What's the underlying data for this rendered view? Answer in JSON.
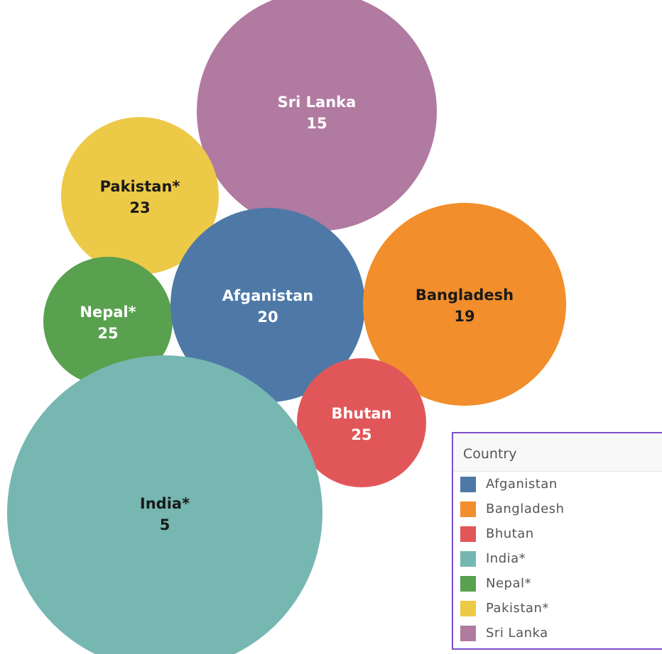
{
  "chart_data": {
    "type": "bubble",
    "bubbles": [
      {
        "name": "Sri Lanka",
        "value": 15,
        "color": "#b07aa1",
        "text_color": "#ffffff"
      },
      {
        "name": "Pakistan*",
        "value": 23,
        "color": "#edc948",
        "text_color": "#1a1a1a"
      },
      {
        "name": "Nepal*",
        "value": 25,
        "color": "#59a14f",
        "text_color": "#ffffff"
      },
      {
        "name": "Afganistan",
        "value": 20,
        "color": "#4e79a7",
        "text_color": "#ffffff"
      },
      {
        "name": "Bangladesh",
        "value": 19,
        "color": "#f28e2b",
        "text_color": "#1a1a1a"
      },
      {
        "name": "Bhutan",
        "value": 25,
        "color": "#e15759",
        "text_color": "#ffffff"
      },
      {
        "name": "India*",
        "value": 5,
        "color": "#76b7b2",
        "text_color": "#1a1a1a"
      }
    ],
    "legend": {
      "title": "Country",
      "entries": [
        {
          "label": "Afganistan",
          "color": "#4e79a7"
        },
        {
          "label": "Bangladesh",
          "color": "#f28e2b"
        },
        {
          "label": "Bhutan",
          "color": "#e15759"
        },
        {
          "label": "India*",
          "color": "#76b7b2"
        },
        {
          "label": "Nepal*",
          "color": "#59a14f"
        },
        {
          "label": "Pakistan*",
          "color": "#edc948"
        },
        {
          "label": "Sri Lanka",
          "color": "#b07aa1"
        }
      ]
    }
  }
}
